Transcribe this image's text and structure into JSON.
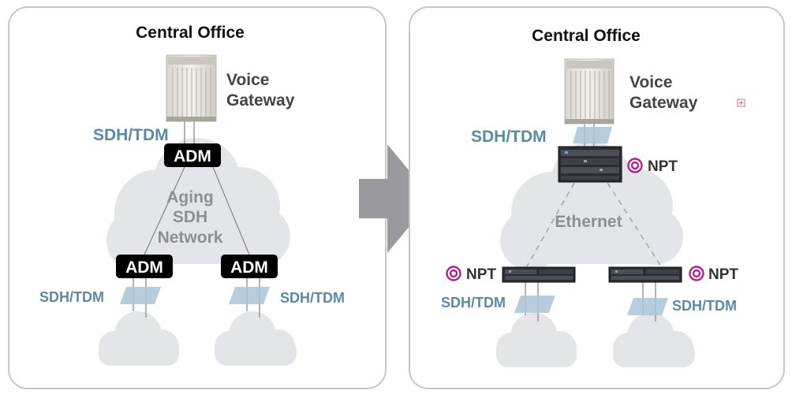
{
  "colors": {
    "panel_border": "#c7c7c7",
    "cloud": "#e3e5e8",
    "adm_box": "#000000",
    "link_label": "#5a8aa6",
    "link_marker": "#a8c4d6",
    "arrow": "#9a9a9e",
    "npt_logo": "#b3208f"
  },
  "left_panel": {
    "title": "Central Office",
    "gateway_label_line1": "Voice",
    "gateway_label_line2": "Gateway",
    "top_link_label": "SDH/TDM",
    "adm_top": "ADM",
    "adm_left": "ADM",
    "adm_right": "ADM",
    "network_line1": "Aging",
    "network_line2": "SDH",
    "network_line3": "Network",
    "bottom_left_link_label": "SDH/TDM",
    "bottom_right_link_label": "SDH/TDM"
  },
  "right_panel": {
    "title": "Central Office",
    "gateway_label_line1": "Voice",
    "gateway_label_line2": "Gateway",
    "top_link_label": "SDH/TDM",
    "npt_top": "NPT",
    "network_label": "Ethernet",
    "npt_left": "NPT",
    "npt_right": "NPT",
    "bottom_left_link_label": "SDH/TDM",
    "bottom_right_link_label": "SDH/TDM"
  }
}
